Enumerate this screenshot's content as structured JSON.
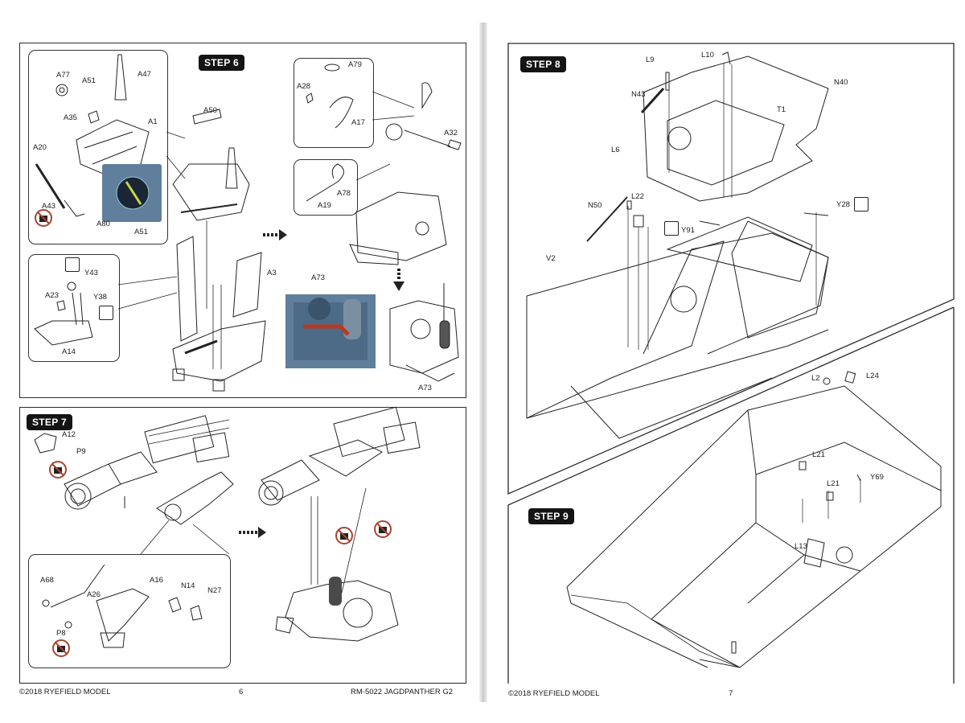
{
  "left_page": {
    "step6": {
      "title": "STEP 6",
      "labels": [
        "A77",
        "A51",
        "A47",
        "A35",
        "A1",
        "A20",
        "A43",
        "A80",
        "A51",
        "A50",
        "A79",
        "A28",
        "A17",
        "A32",
        "A78",
        "A19",
        "Y43",
        "A23",
        "Y38",
        "A14",
        "A3",
        "A73",
        "A73"
      ]
    },
    "step7": {
      "title": "STEP 7",
      "labels": [
        "A12",
        "P9",
        "A68",
        "A26",
        "A16",
        "N14",
        "N27",
        "P8"
      ]
    },
    "footer": {
      "copyright": "©2018 RYEFIELD MODEL",
      "page_number": "6",
      "product": "RM-5022 JAGDPANTHER G2"
    }
  },
  "right_page": {
    "step8": {
      "title": "STEP 8",
      "labels": [
        "L9",
        "L10",
        "N40",
        "N43",
        "T1",
        "L6",
        "L22",
        "N50",
        "Y28",
        "Y91",
        "V2"
      ]
    },
    "step9": {
      "title": "STEP 9",
      "labels": [
        "L2",
        "L24",
        "L21",
        "L21",
        "Y69",
        "L13"
      ]
    },
    "footer": {
      "copyright": "©2018 RYEFIELD MODEL",
      "page_number": "7"
    }
  },
  "icons": [
    "no-glue-icon",
    "bend-part-icon",
    "arrow-right-icon",
    "arrow-down-icon"
  ],
  "colors": {
    "badge": "#141414",
    "photo_blue": "#5f7f9c",
    "red_part": "#b83a22",
    "no_glue": "#a8452f"
  }
}
